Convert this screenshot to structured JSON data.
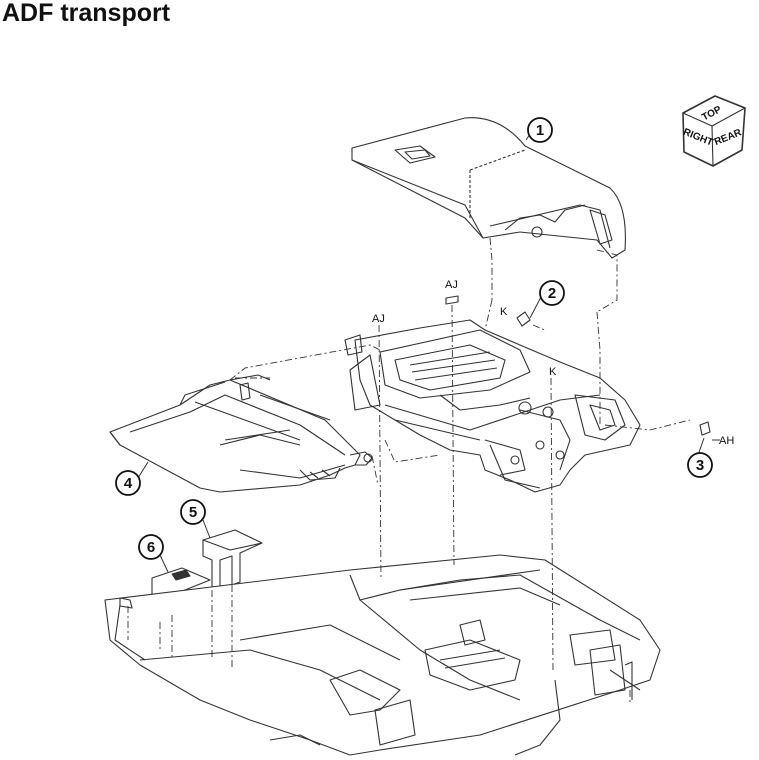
{
  "title": "ADF transport",
  "callouts": [
    "1",
    "2",
    "3",
    "4",
    "5",
    "6"
  ],
  "labels": {
    "aj_left": "AJ",
    "aj_right": "AJ",
    "k_upper": "K",
    "k_lower": "K",
    "ah": "AH"
  },
  "orientation_cube": {
    "top": "TOP",
    "right": "RIGHT",
    "rear": "REAR"
  }
}
